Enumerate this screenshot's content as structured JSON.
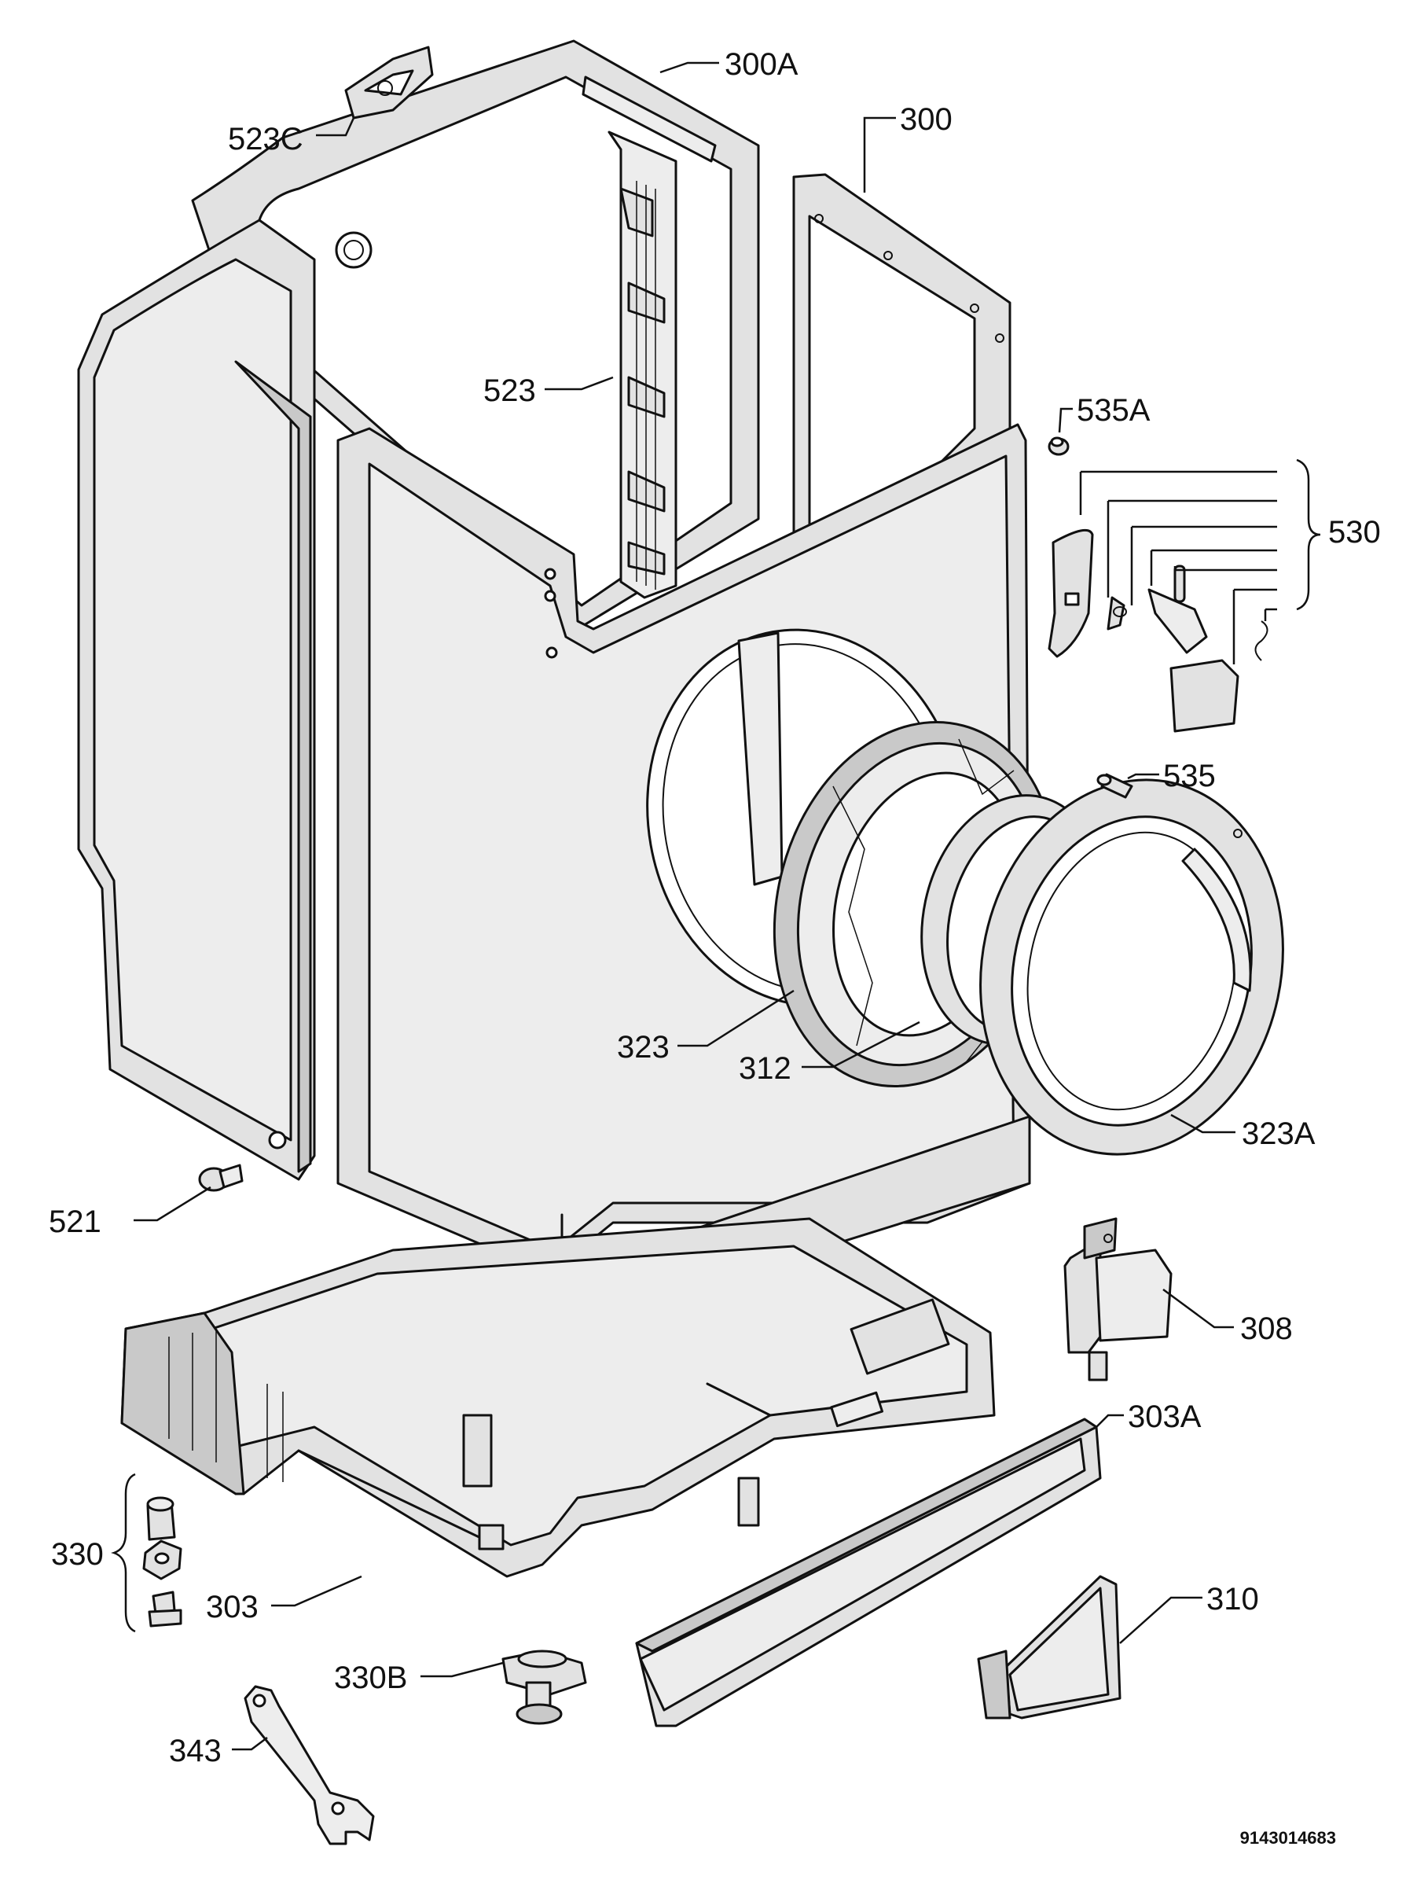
{
  "callouts": {
    "c300a": "300A",
    "c300": "300",
    "c523c": "523C",
    "c523": "523",
    "c535a": "535A",
    "c530": "530",
    "c535": "535",
    "c323": "323",
    "c312": "312",
    "c323a": "323A",
    "c521": "521",
    "c308": "308",
    "c303a": "303A",
    "c330": "330",
    "c310": "310",
    "c303": "303",
    "c330b": "330B",
    "c343": "343"
  },
  "footer": {
    "drawing_code": "9143014683"
  }
}
